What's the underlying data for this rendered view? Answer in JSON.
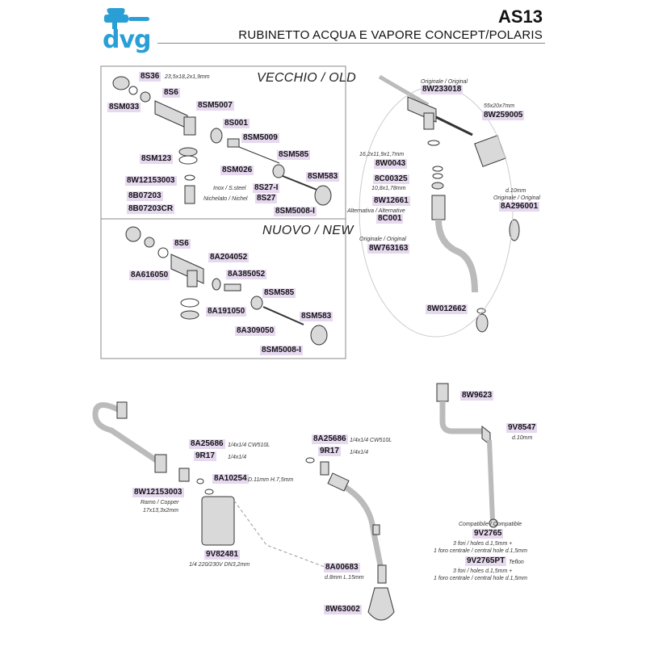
{
  "header": {
    "logo": "dvg",
    "code": "AS13",
    "title": "RUBINETTO ACQUA E VAPORE CONCEPT/POLARIS"
  },
  "old_section": {
    "title": "VECCHIO / OLD",
    "parts": {
      "p8S36": "8S36",
      "p8S36_note": "23,5x18,2x1,9mm",
      "p8S6": "8S6",
      "p8SM033": "8SM033",
      "p8SM5007": "8SM5007",
      "p8S001": "8S001",
      "p8SM5009": "8SM5009",
      "p8SM123": "8SM123",
      "p8SM585": "8SM585",
      "p8SM026": "8SM026",
      "p8SM583": "8SM583",
      "p8W12153003": "8W12153003",
      "inox_note": "Inox / S.steel",
      "p8S27I": "8S27-I",
      "p8B07203": "8B07203",
      "nichel_note": "Nichelato / Nichel",
      "p8S27": "8S27",
      "p8B07203CR": "8B07203CR",
      "p8SM5008I": "8SM5008-I"
    }
  },
  "new_section": {
    "title": "NUOVO / NEW",
    "parts": {
      "p8S6": "8S6",
      "p8A204052": "8A204052",
      "p8A616050": "8A616050",
      "p8A385052": "8A385052",
      "p8SM585": "8SM585",
      "p8A191050": "8A191050",
      "p8SM583": "8SM583",
      "p8A309050": "8A309050",
      "p8SM5008I": "8SM5008-I"
    }
  },
  "right_group": {
    "orig_label_1": "Originale / Original",
    "p8W233018": "8W233018",
    "size_note": "55x20x7mm",
    "p8W259005": "8W259005",
    "oring_note_1": "16,2x11,9x1,7mm",
    "p8W0043": "8W0043",
    "p8C00325": "8C00325",
    "oring_note_2": "10,8x1,78mm",
    "p8W12661": "8W12661",
    "alt_label": "Alternativa / Alternative",
    "p8C001": "8C001",
    "orig_label_2": "Originale / Original",
    "p8W763163": "8W763163",
    "d10_note": "d.10mm",
    "orig_label_3": "Originale / Original",
    "p8A296001": "8A296001",
    "p8W012662": "8W012662"
  },
  "bottom_left": {
    "p8A25686": "8A25686",
    "cw_note": "1/4x1/4 CW510L",
    "p9R17": "9R17",
    "r17_note": "1/4x1/4",
    "p8A10254": "8A10254",
    "d11_note": "D.11mm H.7,5mm",
    "p8W12153003": "8W12153003",
    "ramo_note": "Ramo / Copper",
    "ramo_size": "17x13,3x2mm",
    "p9V82481": "9V82481",
    "valve_note": "1/4 220/230V DN3,2mm"
  },
  "bottom_mid": {
    "p8A25686": "8A25686",
    "cw_note": "1/4x1/4 CW510L",
    "p9R17": "9R17",
    "r17_note": "1/4x1/4",
    "p8A00683": "8A00683",
    "d8_note": "d.8mm L.15mm",
    "p8W63002": "8W63002"
  },
  "bottom_right": {
    "p8W9623": "8W9623",
    "p9V8547": "9V8547",
    "d10_note": "d.10mm",
    "compat_label": "Compatibile / Compatible",
    "p9V2765": "9V2765",
    "holes_1a": "3 fori / holes d.1,5mm +",
    "holes_1b": "1 foro centrale / central hole d.1,5mm",
    "p9V2765PT": "9V2765PT",
    "teflon_note": "Teflon",
    "holes_2a": "3 fori / holes d.1,5mm +",
    "holes_2b": "1 foro centrale / central hole d.1,5mm"
  },
  "colors": {
    "logo": "#2a9fd6",
    "highlight": "#e6d8ef",
    "line": "#888888",
    "part_fill": "#d9d9d9"
  }
}
